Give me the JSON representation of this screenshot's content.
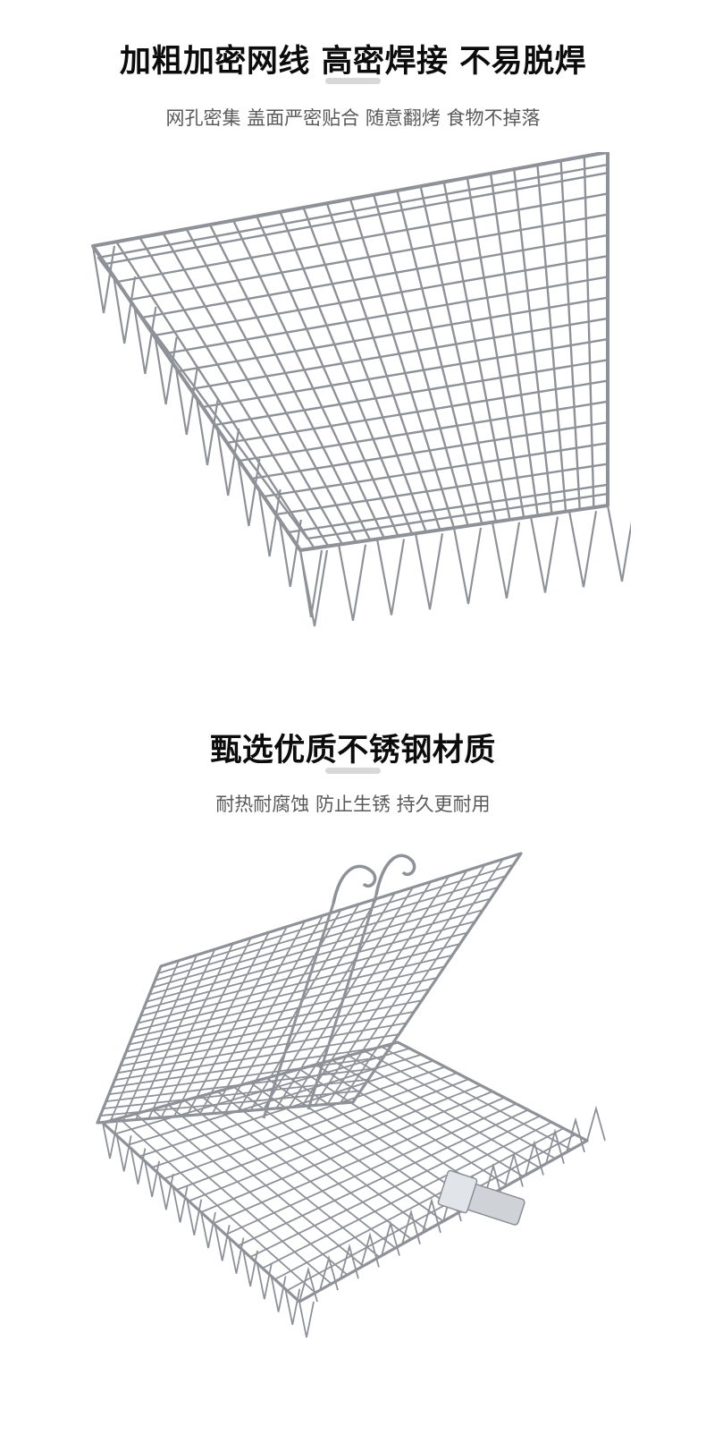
{
  "section_1": {
    "headline": "加粗加密网线 高密焊接 不易脱焊",
    "subline": "网孔密集 盖面严密贴合  随意翻烤 食物不掉落"
  },
  "section_2": {
    "headline": "甄选优质不锈钢材质",
    "subline": "耐热耐腐蚀  防止生锈  持久更耐用"
  },
  "colors": {
    "headline": "#0c0c0c",
    "subline": "#5a5a5a",
    "divider": "#d8d8d8",
    "wire": "#8e9298"
  }
}
